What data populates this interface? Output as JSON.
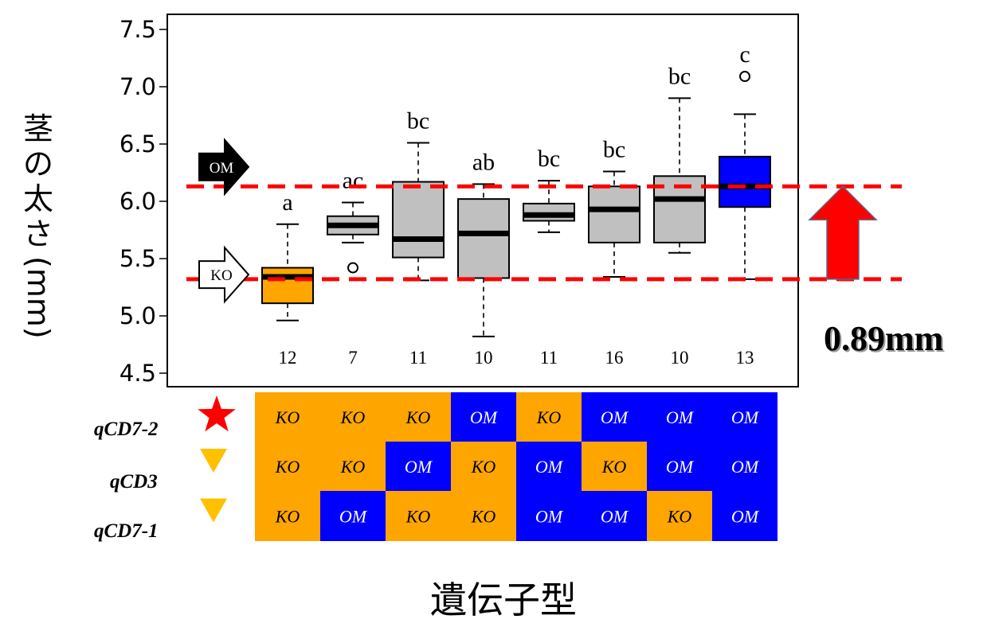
{
  "chart_data": {
    "type": "box",
    "ylabel_chars": [
      "茎",
      "の",
      "太",
      "さ"
    ],
    "ylabel_unit": "(mm)",
    "xlabel": "遺伝子型",
    "ylim": [
      4.5,
      7.5
    ],
    "yticks": [
      "4.5",
      "5.0",
      "5.5",
      "6.0",
      "6.5",
      "7.0",
      "7.5"
    ],
    "ytick_values": [
      4.5,
      5.0,
      5.5,
      6.0,
      6.5,
      7.0,
      7.5
    ],
    "groups": [
      {
        "n": "12",
        "letter": "a",
        "min": 4.96,
        "q1": 5.11,
        "median": 5.34,
        "q3": 5.42,
        "max": 5.8,
        "outliers": [],
        "color": "#FFA500"
      },
      {
        "n": "7",
        "letter": "ac",
        "min": 5.64,
        "q1": 5.71,
        "median": 5.79,
        "q3": 5.87,
        "max": 5.99,
        "outliers": [
          5.42
        ],
        "color": "#C0C0C0"
      },
      {
        "n": "11",
        "letter": "bc",
        "min": 5.31,
        "q1": 5.51,
        "median": 5.67,
        "q3": 6.17,
        "max": 6.51,
        "outliers": [],
        "color": "#C0C0C0"
      },
      {
        "n": "10",
        "letter": "ab",
        "min": 4.82,
        "q1": 5.33,
        "median": 5.72,
        "q3": 6.02,
        "max": 6.15,
        "outliers": [],
        "color": "#C0C0C0"
      },
      {
        "n": "11",
        "letter": "bc",
        "min": 5.73,
        "q1": 5.83,
        "median": 5.88,
        "q3": 5.98,
        "max": 6.18,
        "outliers": [],
        "color": "#C0C0C0"
      },
      {
        "n": "16",
        "letter": "bc",
        "min": 5.34,
        "q1": 5.64,
        "median": 5.93,
        "q3": 6.13,
        "max": 6.26,
        "outliers": [],
        "color": "#C0C0C0"
      },
      {
        "n": "10",
        "letter": "bc",
        "min": 5.55,
        "q1": 5.64,
        "median": 6.02,
        "q3": 6.22,
        "max": 6.9,
        "outliers": [],
        "color": "#C0C0C0"
      },
      {
        "n": "13",
        "letter": "c",
        "min": 5.32,
        "q1": 5.95,
        "median": 6.13,
        "q3": 6.39,
        "max": 6.76,
        "outliers": [
          7.09
        ],
        "color": "#0000FF"
      }
    ],
    "reference_lines": [
      {
        "value": 6.13,
        "color": "#FF0000",
        "style": "dashed"
      },
      {
        "value": 5.32,
        "color": "#FF0000",
        "style": "dashed"
      }
    ],
    "arrows": [
      {
        "label": "OM",
        "value": 6.3,
        "fill": "#000000",
        "text_color": "#FFFFFF"
      },
      {
        "label": "KO",
        "value": 5.36,
        "fill": "#FFFFFF",
        "text_color": "#000000"
      }
    ],
    "difference_label": "0.89mm",
    "grid": false
  },
  "genotype_table": {
    "colors": {
      "KO": "#FFA500",
      "OM": "#0000FF"
    },
    "rows": [
      {
        "label": "qCD7-2",
        "marker": "star",
        "marker_color": "#FF0000",
        "cells": [
          "KO",
          "KO",
          "KO",
          "OM",
          "KO",
          "OM",
          "OM",
          "OM"
        ]
      },
      {
        "label": "qCD3",
        "marker": "triangle",
        "marker_color": "#FFC000",
        "cells": [
          "KO",
          "KO",
          "OM",
          "KO",
          "OM",
          "KO",
          "OM",
          "OM"
        ]
      },
      {
        "label": "qCD7-1",
        "marker": "triangle",
        "marker_color": "#FFC000",
        "cells": [
          "KO",
          "OM",
          "KO",
          "KO",
          "OM",
          "OM",
          "KO",
          "OM"
        ]
      }
    ]
  }
}
